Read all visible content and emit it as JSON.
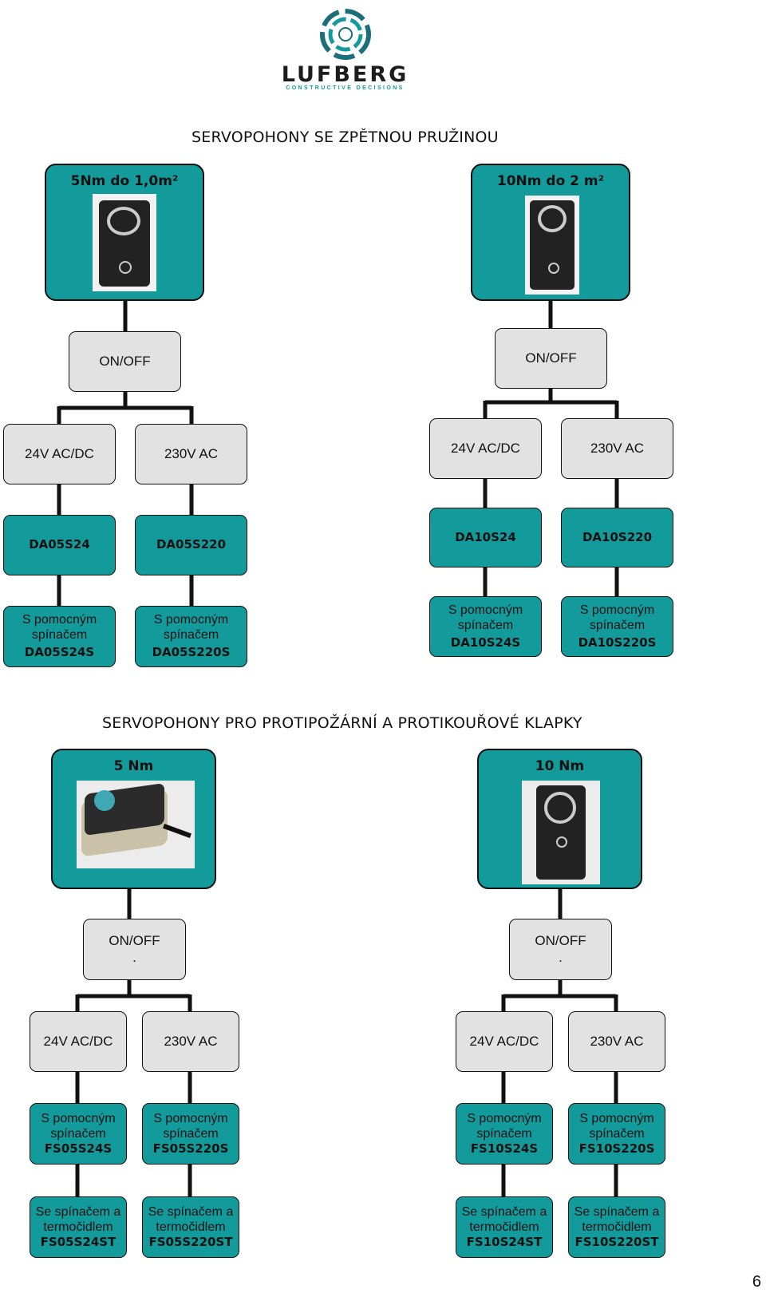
{
  "brand": {
    "name": "LUFBERG",
    "tagline": "CONSTRUCTIVE DECISIONS",
    "color": "#139b9c"
  },
  "section1": {
    "title": "SERVOPOHONY SE ZPĚTNOU PRUŽINOU",
    "left": {
      "header": "5Nm do 1,0m²",
      "onoff": "ON/OFF",
      "v24": "24V AC/DC",
      "v230": "230V AC",
      "model24": "DA05S24",
      "model230": "DA05S220",
      "aux_label": "S pomocným spínačem",
      "aux24": "DA05S24S",
      "aux230": "DA05S220S"
    },
    "right": {
      "header": "10Nm do 2 m²",
      "onoff": "ON/OFF",
      "v24": "24V AC/DC",
      "v230": "230V AC",
      "model24": "DA10S24",
      "model230": "DA10S220",
      "aux_label": "S pomocným spínačem",
      "aux24": "DA10S24S",
      "aux230": "DA10S220S"
    }
  },
  "section2": {
    "title": "SERVOPOHONY PRO PROTIPOŽÁRNÍ A PROTIKOUŘOVÉ KLAPKY",
    "left": {
      "header": "5 Nm",
      "onoff": "ON/OFF",
      "onoff_dot": ".",
      "v24": "24V AC/DC",
      "v230": "230V AC",
      "aux_label": "S pomocným spínačem",
      "aux24": "FS05S24S",
      "aux230": "FS05S220S",
      "thermo_label_1": "Se spínačem a",
      "thermo_label_2": "termočidlem",
      "thermo24": "FS05S24ST",
      "thermo230": "FS05S220ST"
    },
    "right": {
      "header": "10 Nm",
      "onoff": "ON/OFF",
      "onoff_dot": ".",
      "v24": "24V AC/DC",
      "v230": "230V AC",
      "aux_label": "S pomocným spínačem",
      "aux24": "FS10S24S",
      "aux230": "FS10S220S",
      "thermo_label_1": "Se spínačem a",
      "thermo_label_2": "termočidlem",
      "thermo24": "FS10S24ST",
      "thermo230": "FS10S220ST"
    }
  },
  "page_number": "6"
}
